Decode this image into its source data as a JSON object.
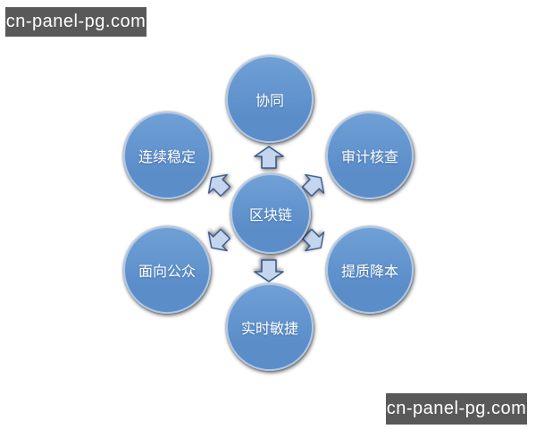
{
  "watermark": {
    "text": "cn-panel-pg.com"
  },
  "diagram": {
    "type": "diverging-radial",
    "center": {
      "label": "区块链"
    },
    "nodes": [
      {
        "position": "top",
        "label": "协同"
      },
      {
        "position": "top-right",
        "label": "审计核查"
      },
      {
        "position": "bottom-right",
        "label": "提质降本"
      },
      {
        "position": "bottom",
        "label": "实时敏捷"
      },
      {
        "position": "bottom-left",
        "label": "面向公众"
      },
      {
        "position": "top-left",
        "label": "连续稳定"
      }
    ],
    "colors": {
      "background": "#ffffff",
      "circle_fill": "#5b8dc9",
      "circle_fill_light": "#6fa0d6",
      "circle_border": "#aec7e6",
      "arrow_fill": "#c3d6ee",
      "arrow_border": "#3d5a8a",
      "text": "#ffffff",
      "watermark_bg": "#595959",
      "watermark_fg": "#ffffff"
    }
  }
}
